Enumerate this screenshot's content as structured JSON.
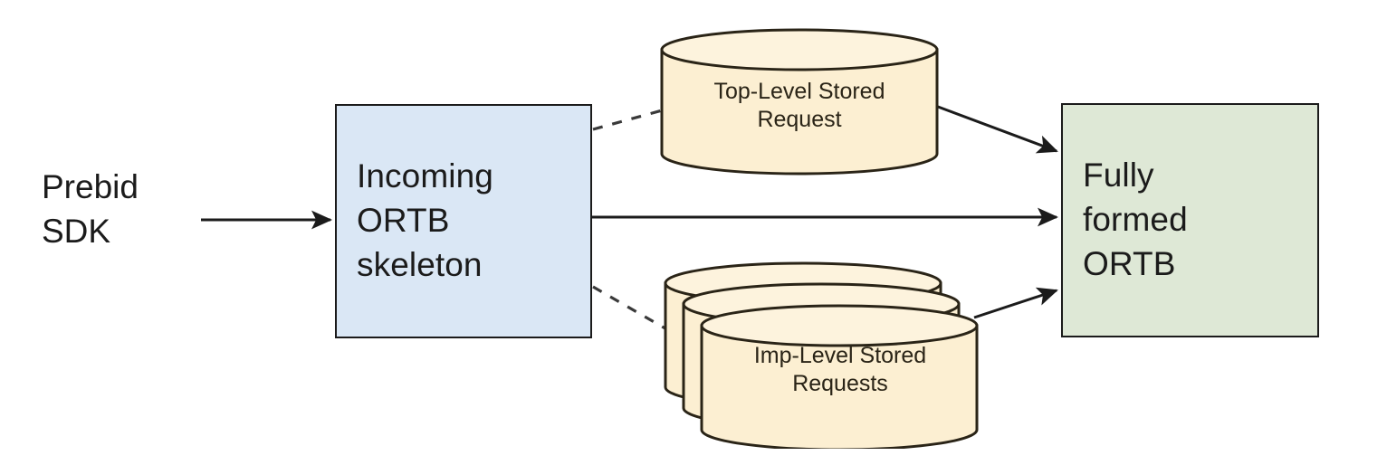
{
  "diagram": {
    "title": "Prebid Server stored request merge flow",
    "background": "#ffffff",
    "nodes": {
      "prebid_sdk": {
        "label": "Prebid\nSDK",
        "shape": "text",
        "fill": "none"
      },
      "incoming_ortb": {
        "label": "Incoming\nORTB\nskeleton",
        "shape": "rectangle",
        "fill": "#dae7f5",
        "stroke": "#1b1b1b"
      },
      "top_level_stored_request": {
        "label": "Top-Level Stored\nRequest",
        "shape": "cylinder",
        "fill": "#fcefd2",
        "stroke": "#2a2417"
      },
      "imp_level_stored_requests": {
        "label": "Imp-Level Stored\nRequests",
        "shape": "stacked-cylinder",
        "stack_count": 3,
        "fill": "#fcefd2",
        "stroke": "#2a2417"
      },
      "fully_formed_ortb": {
        "label": "Fully\nformed\nORTB",
        "shape": "rectangle",
        "fill": "#dee8d6",
        "stroke": "#1b1b1b"
      }
    },
    "edges": [
      {
        "name": "sdk-to-incoming",
        "from": "prebid_sdk",
        "to": "incoming_ortb",
        "style": "solid",
        "arrowhead": "filled"
      },
      {
        "name": "incoming-to-top-level",
        "from": "incoming_ortb",
        "to": "top_level_stored_request",
        "style": "dashed",
        "arrowhead": "none"
      },
      {
        "name": "incoming-to-imp-level",
        "from": "incoming_ortb",
        "to": "imp_level_stored_requests",
        "style": "dashed",
        "arrowhead": "none"
      },
      {
        "name": "incoming-to-fully-formed",
        "from": "incoming_ortb",
        "to": "fully_formed_ortb",
        "style": "solid",
        "arrowhead": "filled"
      },
      {
        "name": "top-level-to-fully-formed",
        "from": "top_level_stored_request",
        "to": "fully_formed_ortb",
        "style": "solid",
        "arrowhead": "filled"
      },
      {
        "name": "imp-level-to-fully-formed",
        "from": "imp_level_stored_requests",
        "to": "fully_formed_ortb",
        "style": "solid",
        "arrowhead": "filled"
      }
    ]
  }
}
